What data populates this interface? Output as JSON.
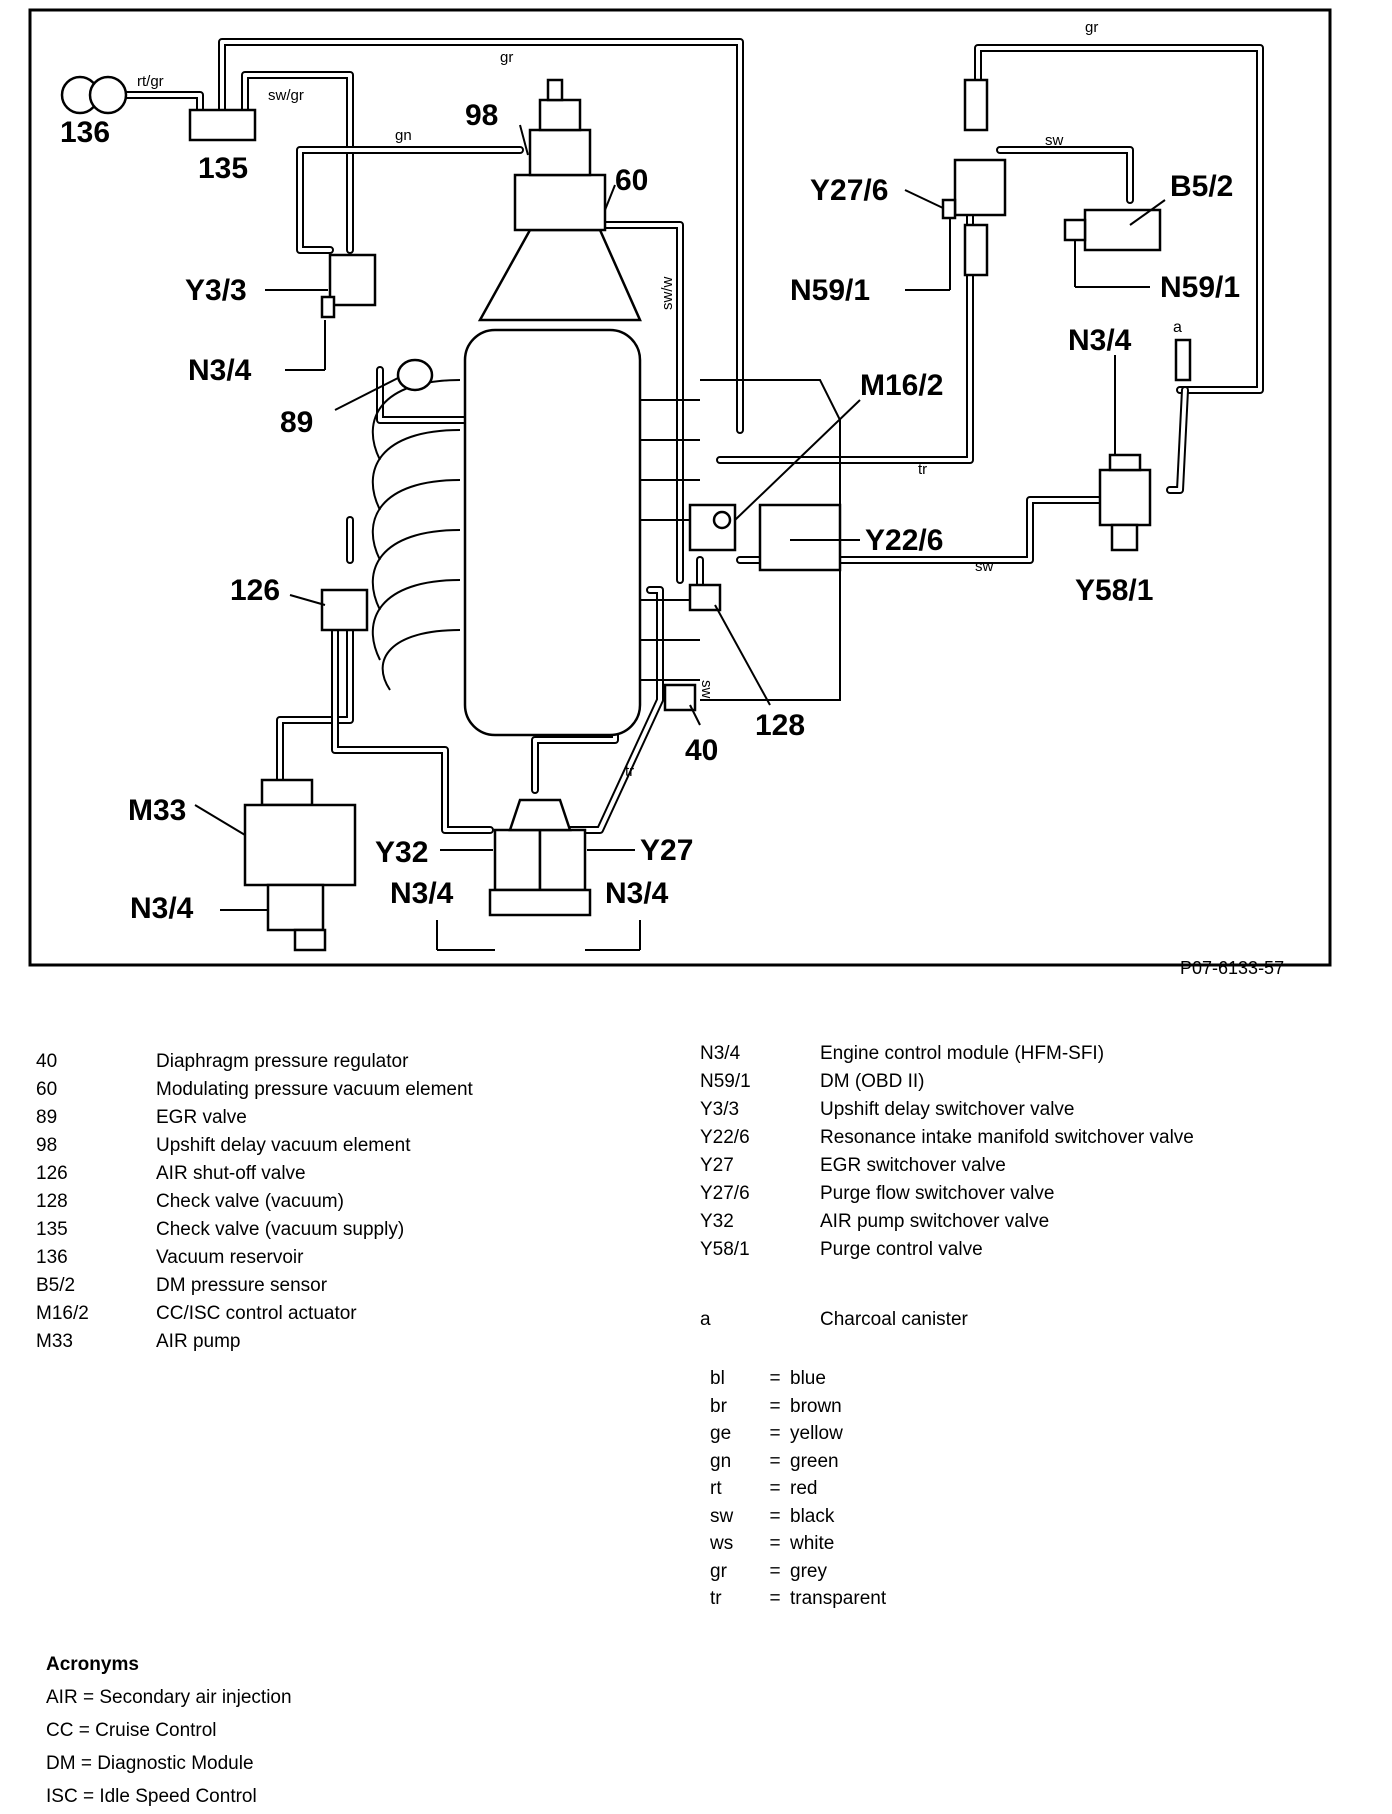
{
  "diagram": {
    "figure_ref": "P07-6133-57",
    "component_labels": {
      "c136": "136",
      "c135": "135",
      "c98": "98",
      "c60": "60",
      "y27_6": "Y27/6",
      "b5_2": "B5/2",
      "y3_3": "Y3/3",
      "n59_1_a": "N59/1",
      "n59_1_b": "N59/1",
      "n3_4_a": "N3/4",
      "n3_4_b": "N3/4",
      "n3_4_c": "N3/4",
      "n3_4_d": "N3/4",
      "n3_4_e": "N3/4",
      "c89": "89",
      "m16_2": "M16/2",
      "y22_6": "Y22/6",
      "y58_1": "Y58/1",
      "c126": "126",
      "c128": "128",
      "c40": "40",
      "m33": "M33",
      "y32": "Y32",
      "y27": "Y27",
      "a": "a"
    },
    "wire_labels": {
      "rt_gr": "rt/gr",
      "sw_gr": "sw/gr",
      "gr_top": "gr",
      "gr_right": "gr",
      "gn": "gn",
      "sw_upper": "sw",
      "sw_w": "sw/w",
      "tr_mid": "tr",
      "sw_mid": "sw",
      "sw_lower": "sw",
      "tr_lower": "tr"
    }
  },
  "legend_left": [
    {
      "code": "40",
      "desc": "Diaphragm pressure regulator"
    },
    {
      "code": "60",
      "desc": "Modulating pressure vacuum element"
    },
    {
      "code": "89",
      "desc": "EGR valve"
    },
    {
      "code": "98",
      "desc": "Upshift delay vacuum element"
    },
    {
      "code": "126",
      "desc": "AIR shut-off valve"
    },
    {
      "code": "128",
      "desc": "Check valve (vacuum)"
    },
    {
      "code": "135",
      "desc": "Check valve (vacuum supply)"
    },
    {
      "code": "136",
      "desc": "Vacuum reservoir"
    },
    {
      "code": "B5/2",
      "desc": "DM pressure sensor"
    },
    {
      "code": "M16/2",
      "desc": "CC/ISC control actuator"
    },
    {
      "code": "M33",
      "desc": "AIR pump"
    }
  ],
  "legend_right": [
    {
      "code": "N3/4",
      "desc": "Engine control module (HFM-SFI)"
    },
    {
      "code": "N59/1",
      "desc": "DM (OBD II)"
    },
    {
      "code": "Y3/3",
      "desc": "Upshift delay switchover valve"
    },
    {
      "code": "Y22/6",
      "desc": "Resonance intake manifold switchover valve"
    },
    {
      "code": "Y27",
      "desc": "EGR switchover valve"
    },
    {
      "code": "Y27/6",
      "desc": "Purge flow switchover valve"
    },
    {
      "code": "Y32",
      "desc": "AIR pump switchover valve"
    },
    {
      "code": "Y58/1",
      "desc": "Purge control valve"
    }
  ],
  "charcoal": {
    "code": "a",
    "desc": "Charcoal canister"
  },
  "color_key": [
    {
      "code": "bl",
      "eq": "=",
      "name": "blue"
    },
    {
      "code": "br",
      "eq": "=",
      "name": "brown"
    },
    {
      "code": "ge",
      "eq": "=",
      "name": "yellow"
    },
    {
      "code": "gn",
      "eq": "=",
      "name": "green"
    },
    {
      "code": "rt",
      "eq": "=",
      "name": "red"
    },
    {
      "code": "sw",
      "eq": "=",
      "name": "black"
    },
    {
      "code": "ws",
      "eq": "=",
      "name": "white"
    },
    {
      "code": "gr",
      "eq": "=",
      "name": "grey"
    },
    {
      "code": "tr",
      "eq": "=",
      "name": "transparent"
    }
  ],
  "acronyms": {
    "title": "Acronyms",
    "items": [
      "AIR = Secondary air injection",
      "CC = Cruise Control",
      "DM = Diagnostic Module",
      "ISC = Idle Speed Control"
    ]
  }
}
